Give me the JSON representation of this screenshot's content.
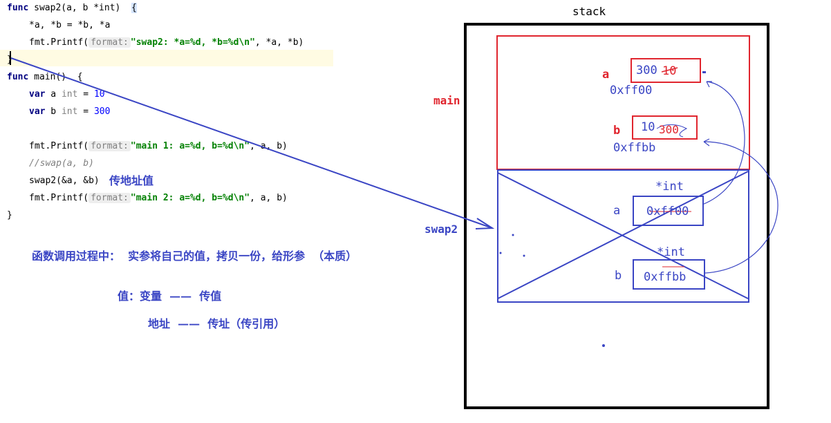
{
  "code": {
    "l1": {
      "kw": "func",
      "name": " swap2(a, b *int)  ",
      "brace": "{"
    },
    "l2": {
      "text": "*a, *b = *b, *a"
    },
    "l3": {
      "call": "fmt.Printf(",
      "hint": "format:",
      "str": "\"swap2: *a=%d, *b=%d\\n\"",
      "rest": ", *a, *b)"
    },
    "l4": {
      "text": "}"
    },
    "l5": {
      "kw": "func",
      "name": " main()  {"
    },
    "l6": {
      "kw": "var",
      "mid": " a ",
      "typ": "int",
      "eq": " = ",
      "num": "10"
    },
    "l7": {
      "kw": "var",
      "mid": " b ",
      "typ": "int",
      "eq": " = ",
      "num": "300"
    },
    "l8": {
      "call": "fmt.Printf(",
      "hint": "format:",
      "str": "\"main 1: a=%d, b=%d\\n\"",
      "rest": ", a, b)"
    },
    "l9": {
      "text": "//swap(a, b)"
    },
    "l10": {
      "text": "swap2(&a, &b)",
      "note": "传地址值"
    },
    "l11": {
      "call": "fmt.Printf(",
      "hint": "format:",
      "str": "\"main 2: a=%d, b=%d\\n\"",
      "rest": ", a, b)"
    },
    "l12": {
      "text": "}"
    }
  },
  "notes": {
    "essence": "函数调用过程中：  实参将自己的值，拷贝一份，给形参  （本质）",
    "value_row": "值：变量  ——  传值",
    "addr_row": "地址  ——  传址（传引用）"
  },
  "diagram": {
    "stack_title": "stack",
    "main_label": "main",
    "swap2_label": "swap2",
    "main_frame": {
      "a_name": "a",
      "a_new": "300",
      "a_old": "10",
      "a_addr": "0xff00",
      "b_name": "b",
      "b_new": "10",
      "b_old": "300",
      "b_addr": "0xffbb"
    },
    "swap2_frame": {
      "a_type": "*int",
      "a_name": "a",
      "a_value": "0xff00",
      "b_type": "*int",
      "b_name": "b",
      "b_value": "0xffbb"
    }
  },
  "colors": {
    "blue": "#3a45c4",
    "red": "#e0252e",
    "black": "#000000"
  }
}
